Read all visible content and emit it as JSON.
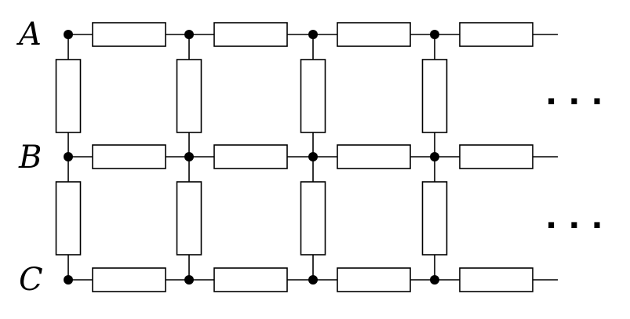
{
  "diagram": {
    "node_labels": [
      "A",
      "B",
      "C"
    ],
    "ellipsis": [
      "...",
      "..."
    ],
    "rows": 3,
    "columns": 4,
    "colors": {
      "stroke": "#000000",
      "fill": "#ffffff",
      "node": "#000000"
    }
  }
}
